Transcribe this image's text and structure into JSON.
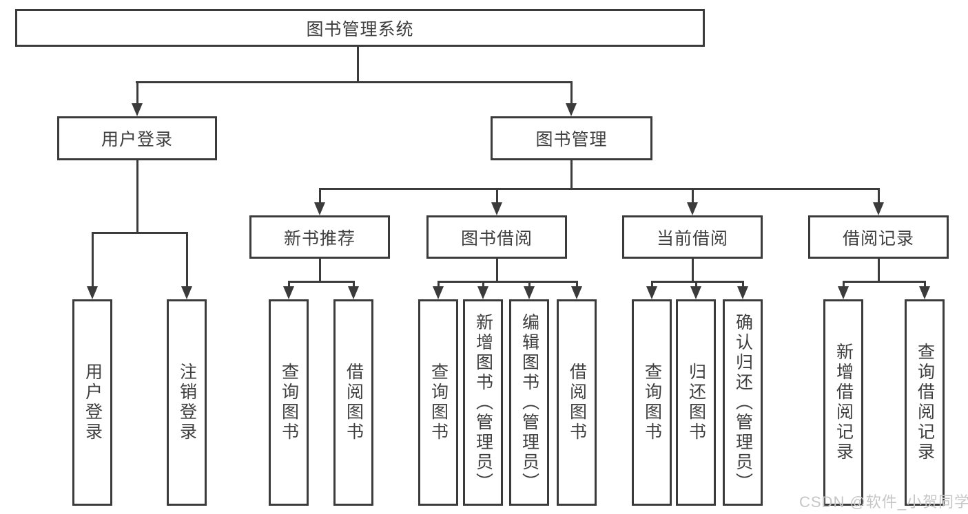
{
  "tree": {
    "root": "图书管理系统",
    "branches": [
      {
        "label": "用户登录",
        "children": [
          "用户登录",
          "注销登录"
        ]
      },
      {
        "label": "图书管理",
        "children": [
          {
            "label": "新书推荐",
            "children": [
              "查询图书",
              "借阅图书"
            ]
          },
          {
            "label": "图书借阅",
            "children": [
              "查询图书",
              "新增图书（管理员）",
              "编辑图书（管理员）",
              "借阅图书"
            ]
          },
          {
            "label": "当前借阅",
            "children": [
              "查询图书",
              "归还图书",
              "确认归还（管理员）"
            ]
          },
          {
            "label": "借阅记录",
            "children": [
              "新增借阅记录",
              "查询借阅记录"
            ]
          }
        ]
      }
    ]
  },
  "watermark": "CSDN @软件_小贺同学",
  "colors": {
    "line": "#3b3b3b",
    "text": "#3f3f3f",
    "watermark": "#c6c6c6",
    "background": "#ffffff"
  }
}
